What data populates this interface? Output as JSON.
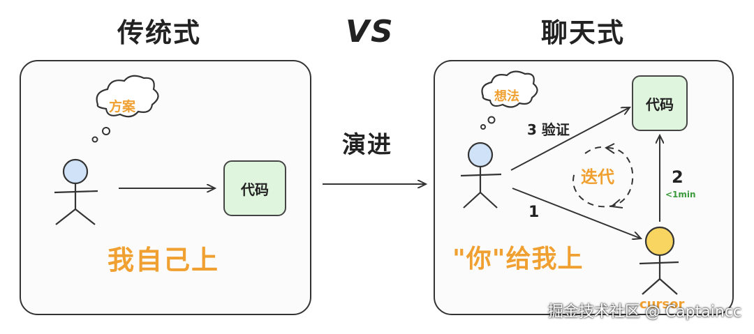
{
  "left": {
    "title": "传统式",
    "thought": "方案",
    "code": "代码",
    "caption": "我自己上"
  },
  "vs": "VS",
  "evolve": "演进",
  "right": {
    "title": "聊天式",
    "thought": "想法",
    "code": "代码",
    "step3": "3 验证",
    "iterate": "迭代",
    "step1": "1",
    "step2": "2",
    "time": "<1min",
    "caption": "\"你\"给我上",
    "agent": "cursor"
  },
  "watermark": "掘金技术社区 @ Captaincc",
  "colors": {
    "orange": "#f0a030",
    "code_fill": "#dff5dd",
    "head_blue": "#cfe2f7",
    "head_yellow": "#f7d560",
    "green": "#3a9a3a"
  }
}
